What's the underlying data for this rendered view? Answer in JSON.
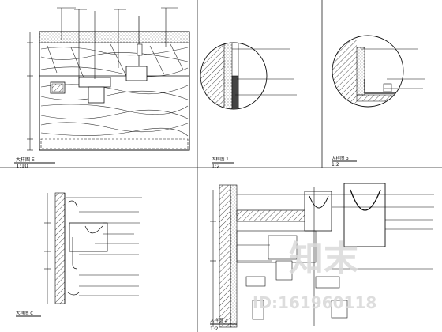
{
  "captions": {
    "detail_e_title": "大样图 E",
    "detail_e_scale": "1:10",
    "detail_1_title": "大样图 1",
    "detail_1_scale": "1:2",
    "detail_3_title": "大样图 3",
    "detail_3_scale": "1:2",
    "detail_c_title": "大样图 C",
    "detail_2_title": "大样图 2",
    "detail_2_scale": "1:2"
  },
  "watermark": {
    "logo_text": "知末",
    "id_text": "ID:161960118"
  }
}
